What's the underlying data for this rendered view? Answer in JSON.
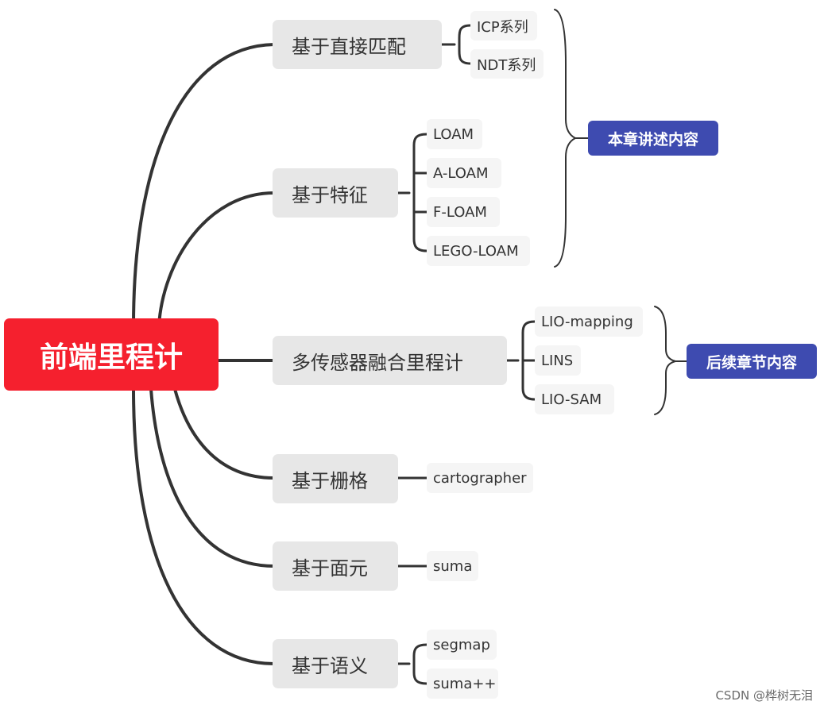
{
  "root": {
    "label": "前端里程计"
  },
  "branches": [
    {
      "label": "基于直接匹配",
      "leaves": [
        "ICP系列",
        "NDT系列"
      ]
    },
    {
      "label": "基于特征",
      "leaves": [
        "LOAM",
        "A-LOAM",
        "F-LOAM",
        "LEGO-LOAM"
      ]
    },
    {
      "label": "多传感器融合里程计",
      "leaves": [
        "LIO-mapping",
        "LINS",
        "LIO-SAM"
      ]
    },
    {
      "label": "基于栅格",
      "leaves": [
        "cartographer"
      ]
    },
    {
      "label": "基于面元",
      "leaves": [
        "suma"
      ]
    },
    {
      "label": "基于语义",
      "leaves": [
        "segmap",
        "suma++"
      ]
    }
  ],
  "groups": [
    {
      "label": "本章讲述内容"
    },
    {
      "label": "后续章节内容"
    }
  ],
  "watermark": "CSDN @桦树无泪",
  "colors": {
    "root": "#f5202e",
    "tag": "#3e4bb0",
    "line": "#333333"
  }
}
